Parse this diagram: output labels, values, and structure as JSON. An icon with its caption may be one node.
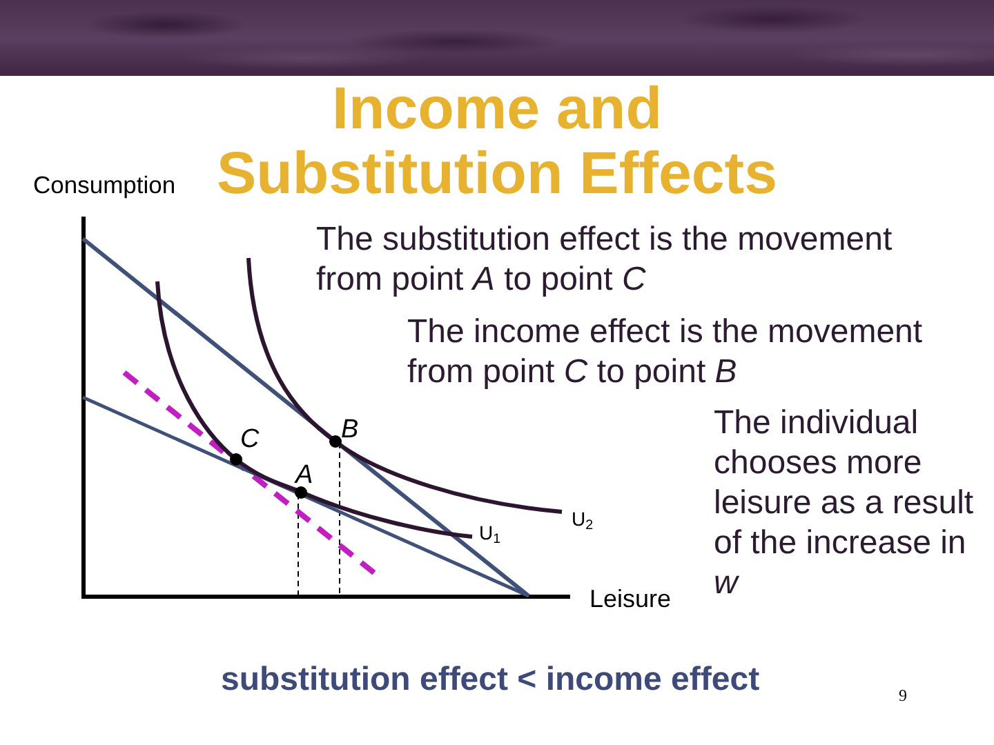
{
  "diagram": {
    "title": "Income and Substitution Effects",
    "nodes": [
      {
        "text": [],
        "shape": "bar"
      }
    ],
    "labels": [
      "Consumption",
      "The substitution effect is the movement from point *A* to point *C*",
      "The income effect is the movement from point *C* to point *B*",
      "The individual chooses more leisure as a result of the increase in *w*",
      "C",
      "B",
      "A",
      "U$_{1}$",
      "U$_{2}$",
      "Leisure",
      "substitution effect < income effect",
      "9"
    ]
  }
}
